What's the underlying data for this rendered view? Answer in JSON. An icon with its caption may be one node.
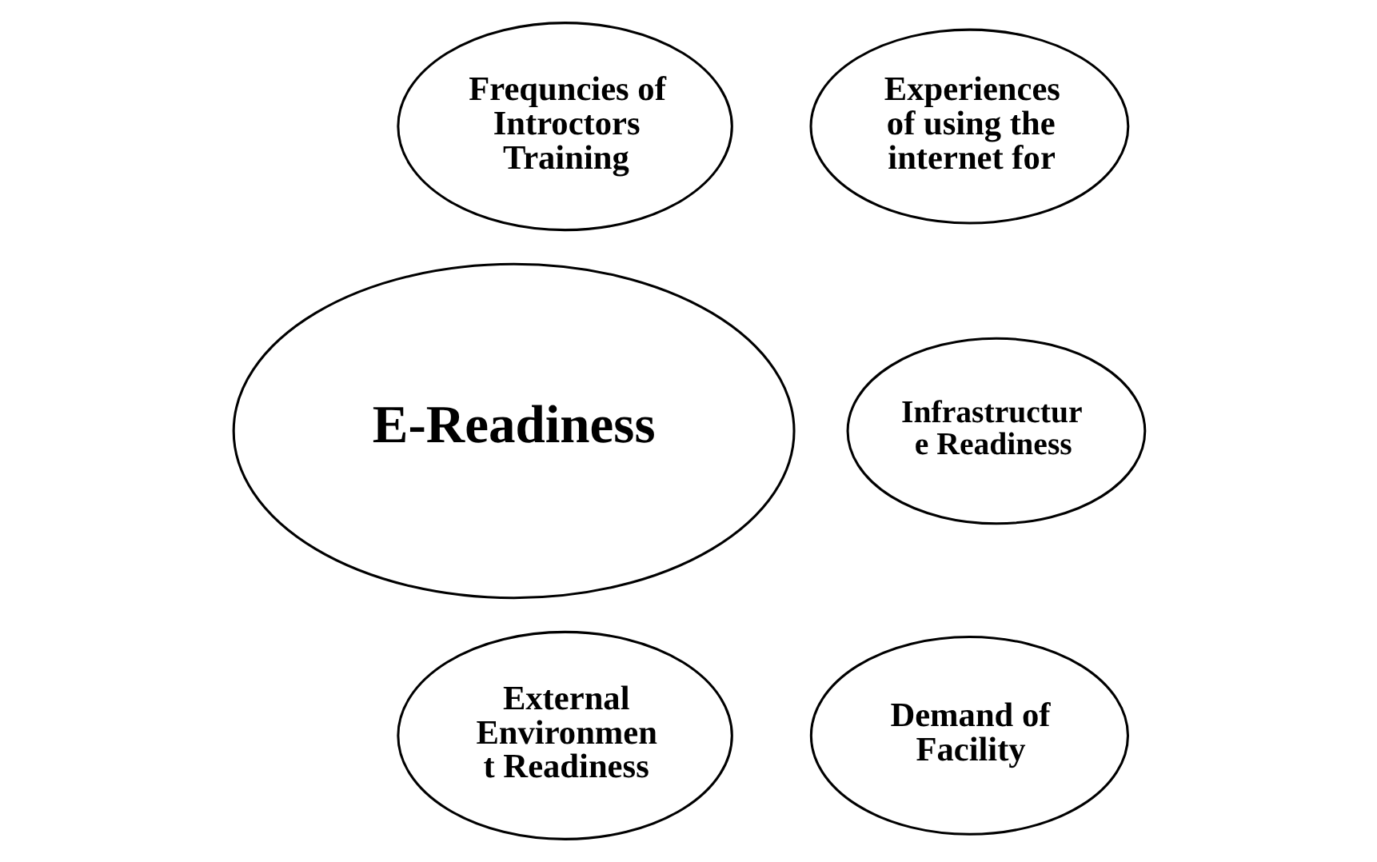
{
  "diagram": {
    "nodes": [
      {
        "text": [
          "Experiences of using the internet for"
        ]
      },
      {
        "text": [
          "Frequncies of Introctors Training"
        ]
      },
      {
        "text": [
          "E-Readiness"
        ]
      },
      {
        "text": [
          "Infrastructur e Readiness"
        ]
      },
      {
        "text": [
          "External Environmen t Readiness"
        ]
      },
      {
        "text": [
          "Demand of Facility"
        ]
      }
    ],
    "edges": []
  }
}
